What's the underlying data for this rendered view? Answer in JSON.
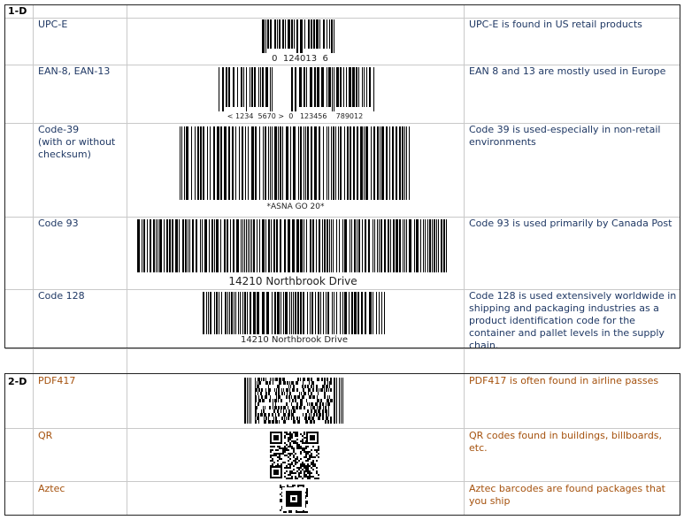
{
  "sections": [
    {
      "label": "1-D",
      "color": "blue",
      "rows": [
        {
          "name": "UPC-E",
          "description": "UPC-E is found in US retail products",
          "caption": "",
          "caption_parts": [
            "0",
            "124013",
            "6"
          ]
        },
        {
          "name": "EAN-8, EAN-13",
          "description": "EAN 8 and 13 are mostly used in Europe",
          "caption_parts": [
            "<",
            "1234",
            "5670",
            ">",
            "0",
            "123456",
            "789012"
          ]
        },
        {
          "name": "Code-39\n(with or without\nchecksum)",
          "description": "Code 39 is used-especially in non-retail environments",
          "caption": "*ASNA GO 20*"
        },
        {
          "name": "Code 93",
          "description": "Code 93 is used primarily by Canada Post",
          "caption": "14210 Northbrook Drive"
        },
        {
          "name": "Code 128",
          "description": "Code 128 is used extensively worldwide in shipping and packaging industries as a product identification code for the container and pallet levels in the supply chain.",
          "caption": "14210 Northbrook Drive"
        }
      ]
    },
    {
      "label": "2-D",
      "color": "orange",
      "rows": [
        {
          "name": "PDF417",
          "description": "PDF417 is often found in airline passes"
        },
        {
          "name": "QR",
          "description": "QR codes found in buildings, billboards, etc."
        },
        {
          "name": "Aztec",
          "description": "Aztec barcodes are found packages that you ship"
        }
      ]
    }
  ],
  "colors": {
    "text_1d": "#1f3864",
    "text_2d": "#a5520e",
    "grid": "#c9c9c9",
    "border": "#222222"
  }
}
